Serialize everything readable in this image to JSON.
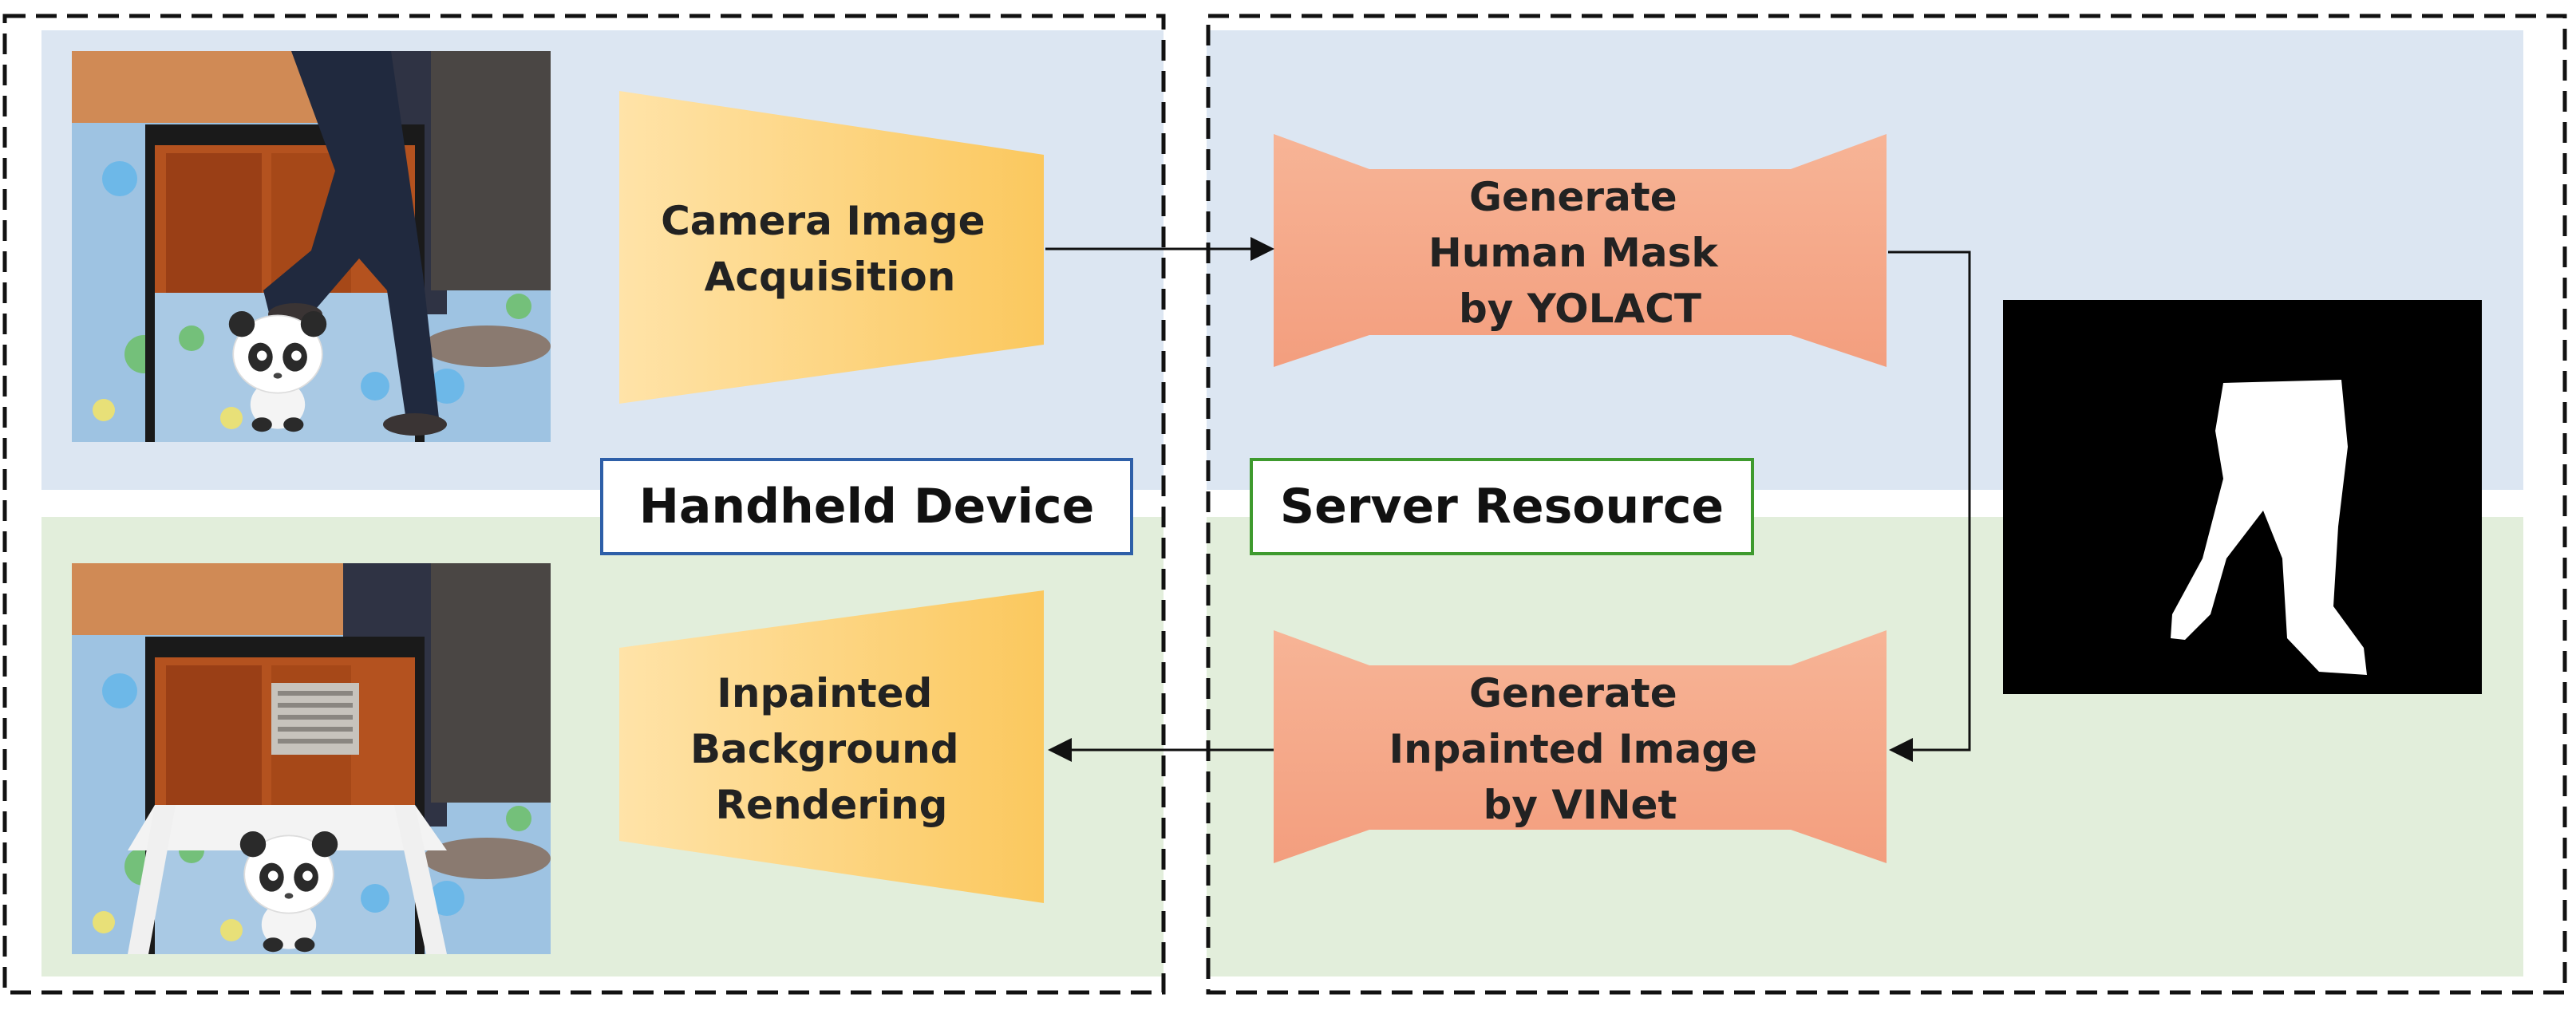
{
  "regions": {
    "handheld_label": "Handheld Device",
    "server_label": "Server Resource"
  },
  "steps": {
    "acquisition": [
      "Camera Image",
      "Acquisition"
    ],
    "rendering": [
      "Inpainted",
      "Background",
      "Rendering"
    ],
    "mask": [
      "Generate",
      "Human Mask",
      "by YOLACT"
    ],
    "inpaint": [
      "Generate",
      "Inpainted Image",
      "by VINet"
    ]
  },
  "colors": {
    "top_band": "#dce6f2",
    "bottom_band": "#e2eedb",
    "client_block": "#fcd27c",
    "server_block": "#f4a282",
    "handheld_border": "#2e5fa8",
    "server_border": "#3e9a2e"
  }
}
